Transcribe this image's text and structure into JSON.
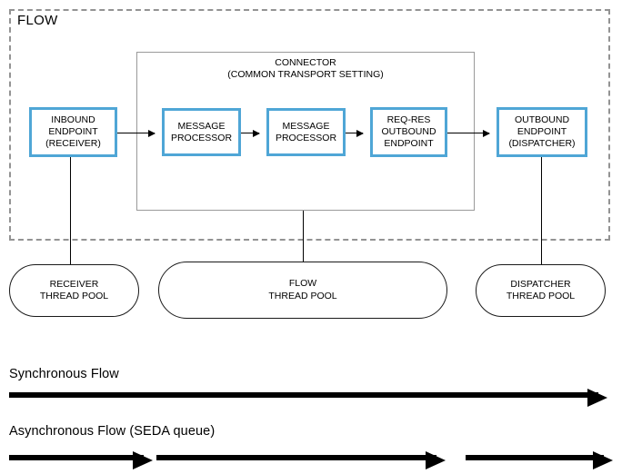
{
  "diagram": {
    "flow": {
      "label": "FLOW"
    },
    "connector": {
      "title_line1": "CONNECTOR",
      "title_line2": "(COMMON TRANSPORT SETTING)"
    },
    "nodes": [
      {
        "id": "inbound-endpoint",
        "line1": "INBOUND",
        "line2": "ENDPOINT",
        "line3": "(RECEIVER)"
      },
      {
        "id": "message-processor-1",
        "line1": "MESSAGE",
        "line2": "PROCESSOR",
        "line3": ""
      },
      {
        "id": "message-processor-2",
        "line1": "MESSAGE",
        "line2": "PROCESSOR",
        "line3": ""
      },
      {
        "id": "req-res-outbound-endpoint",
        "line1": "REQ-RES",
        "line2": "OUTBOUND",
        "line3": "ENDPOINT"
      },
      {
        "id": "outbound-endpoint",
        "line1": "OUTBOUND",
        "line2": "ENDPOINT",
        "line3": "(DISPATCHER)"
      }
    ],
    "pools": [
      {
        "id": "receiver-thread-pool",
        "line1": "RECEIVER",
        "line2": "THREAD POOL"
      },
      {
        "id": "flow-thread-pool",
        "line1": "FLOW",
        "line2": "THREAD POOL"
      },
      {
        "id": "dispatcher-thread-pool",
        "line1": "DISPATCHER",
        "line2": "THREAD POOL"
      }
    ],
    "legend": {
      "synchronous": "Synchronous Flow",
      "asynchronous": "Asynchronous Flow (SEDA queue)"
    },
    "colors": {
      "node_border": "#4fa6d6",
      "flow_dashed_border": "#939393",
      "connector_border": "#9a9a9a",
      "line": "#000000",
      "background": "#ffffff"
    }
  }
}
